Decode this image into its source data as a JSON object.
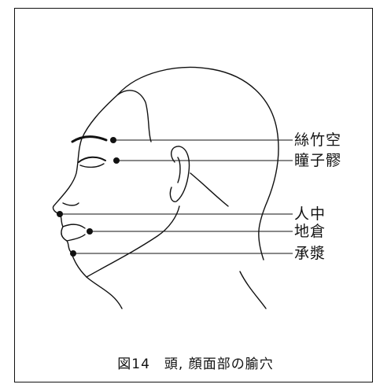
{
  "figure": {
    "caption": "図14　頭, 顔面部の腧穴",
    "points": [
      {
        "name": "絲竹空"
      },
      {
        "name": "瞳子髎"
      },
      {
        "name": "人中"
      },
      {
        "name": "地倉"
      },
      {
        "name": "承漿"
      }
    ]
  }
}
